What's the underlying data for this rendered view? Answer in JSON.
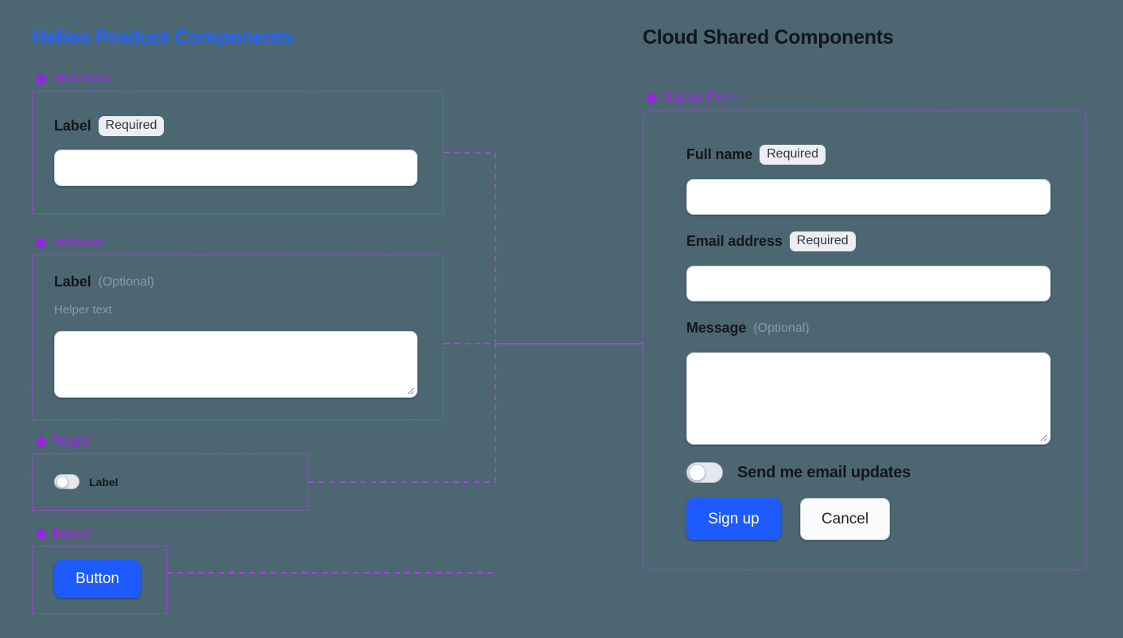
{
  "theme": {
    "background": "#4c6771",
    "left_title_color": "#2563ff",
    "right_title_color": "#14161c",
    "caption_color": "#a21cf0",
    "frame_color": "#b83bf2",
    "primary_button_color": "#1e5bff",
    "badge_background": "#eceef2",
    "muted_text_color": "#8b9aa2"
  },
  "left_panel": {
    "title": "Helios Product Components",
    "sections": [
      {
        "caption": "Text Input",
        "icon": "diamond-icon",
        "label": "Label",
        "badge": "Required",
        "input_value": "",
        "input_placeholder": ""
      },
      {
        "caption": "Textarea",
        "icon": "diamond-icon",
        "label": "Label",
        "optional_tag": "(Optional)",
        "helper_text": "Helper text",
        "textarea_value": "",
        "textarea_placeholder": ""
      },
      {
        "caption": "Toggle",
        "icon": "diamond-icon",
        "toggle_label": "Label",
        "toggle_state": "off"
      },
      {
        "caption": "Button",
        "icon": "diamond-icon",
        "button_label": "Button"
      }
    ]
  },
  "right_panel": {
    "title": "Cloud Shared Components",
    "form": {
      "caption": "Signup Form",
      "icon": "diamond-icon",
      "fields": [
        {
          "label": "Full name",
          "badge": "Required",
          "value": "",
          "placeholder": ""
        },
        {
          "label": "Email address",
          "badge": "Required",
          "value": "",
          "placeholder": ""
        },
        {
          "label": "Message",
          "optional_tag": "(Optional)",
          "value": "",
          "placeholder": ""
        }
      ],
      "toggle": {
        "label": "Send me email updates",
        "state": "off"
      },
      "actions": {
        "submit_label": "Sign up",
        "cancel_label": "Cancel"
      }
    }
  }
}
